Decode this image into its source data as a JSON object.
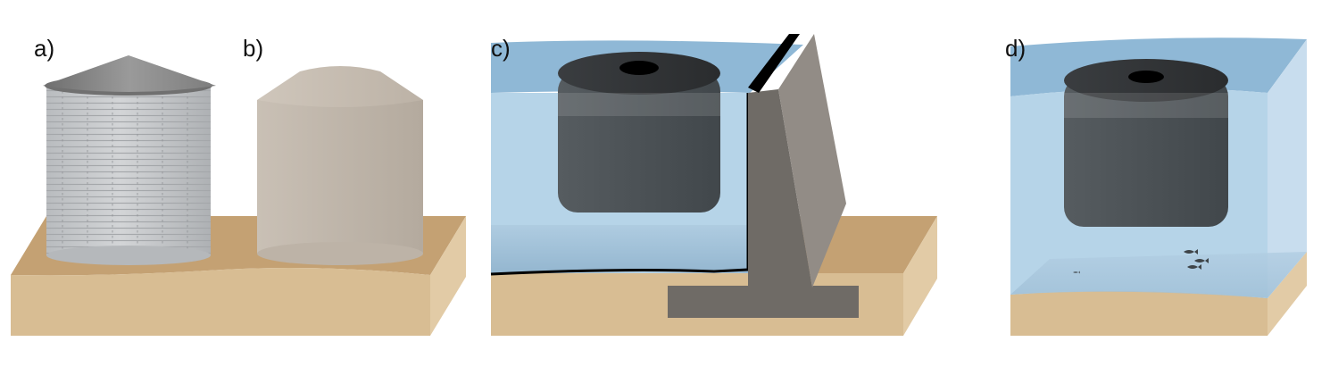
{
  "panels": [
    {
      "label": "a)"
    },
    {
      "label": "b)"
    },
    {
      "label": "c)"
    },
    {
      "label": "d)"
    }
  ],
  "colors": {
    "sand_top": "#c4a173",
    "sand_front": "#d8bd93",
    "sand_side": "#e2cba6",
    "corrugated_steel": "#c7c9cb",
    "steel_roof": "#8a8a8a",
    "concrete_tank": "#c2b8ac",
    "water_front": "#b6d4e8",
    "water_top": "#8fb8d6",
    "water_side": "#c8ddee",
    "floating_tank": "#4b5155",
    "dam_concrete": "#6f6b66",
    "dam_face": "#928c86",
    "liner": "#000000"
  }
}
